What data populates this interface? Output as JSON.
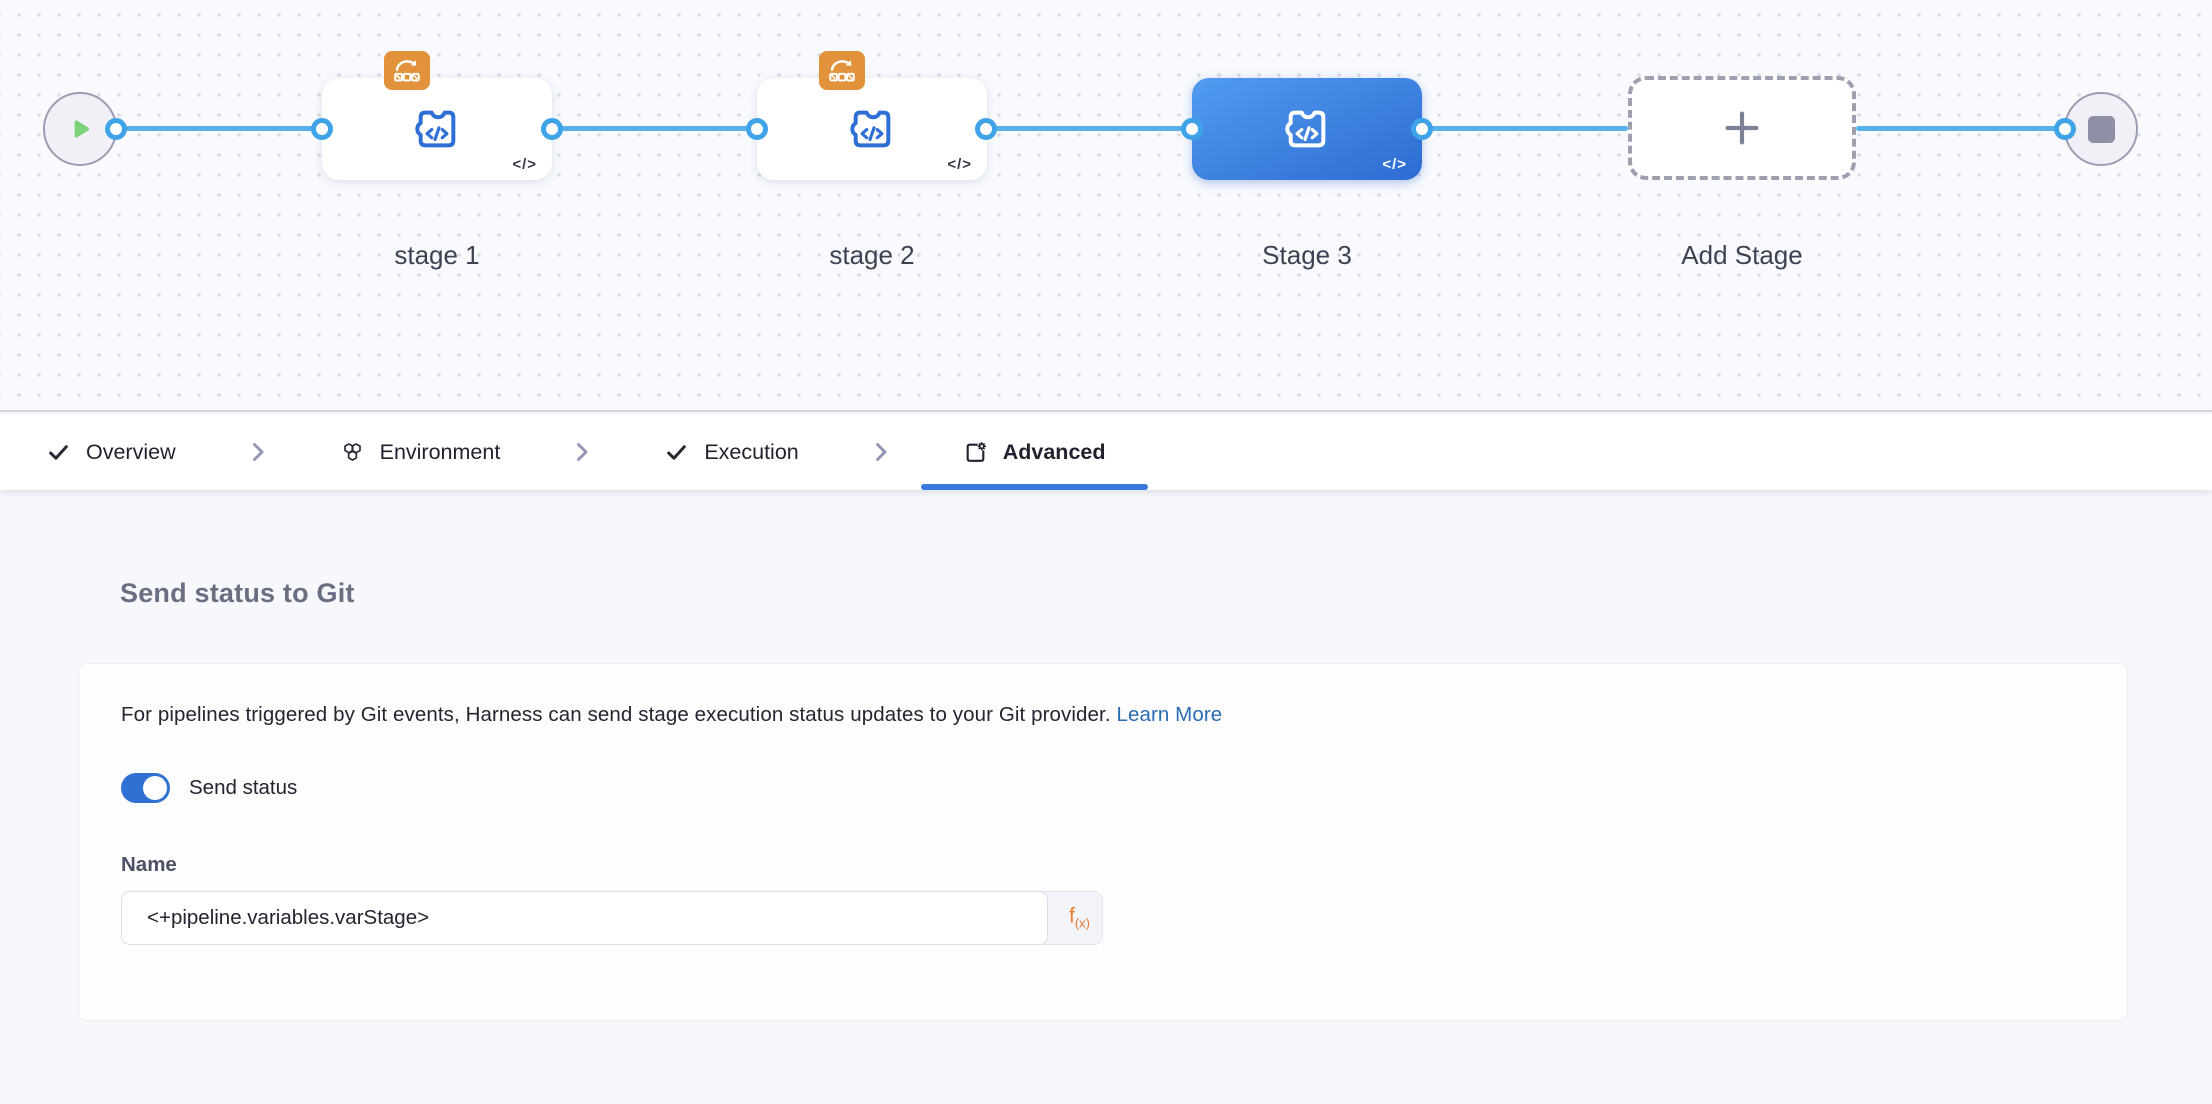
{
  "canvas": {
    "stages": [
      {
        "label": "stage 1",
        "selected": "false"
      },
      {
        "label": "stage 2",
        "selected": "false"
      },
      {
        "label": "Stage 3",
        "selected": "true"
      }
    ],
    "add_stage_label": "Add Stage",
    "code_glyph": "</>"
  },
  "tabs": {
    "items": [
      {
        "label": "Overview",
        "icon": "check-icon",
        "active": "false"
      },
      {
        "label": "Environment",
        "icon": "hexagons-icon",
        "active": "false"
      },
      {
        "label": "Execution",
        "icon": "check-icon",
        "active": "false"
      },
      {
        "label": "Advanced",
        "icon": "square-gear-icon",
        "active": "true"
      }
    ]
  },
  "panel": {
    "heading": "Send status to Git",
    "description": "For pipelines triggered by Git events, Harness can send stage execution status updates to your Git provider.",
    "link_label": "Learn More",
    "toggle_label": "Send status",
    "toggle_state": "on",
    "name_label": "Name",
    "name_value": "<+pipeline.variables.varStage>",
    "expression_f": "f",
    "expression_sub": "(x)"
  },
  "colors": {
    "edge_blue": "#57b0e8",
    "port_blue": "#3fa3e8",
    "node_icon_blue": "#2e6fd6",
    "selected_gradient_start": "#519bf0",
    "selected_gradient_end": "#2d6cd2",
    "badge_orange": "#e2923b",
    "tab_underline_blue": "#3b78de",
    "toggle_blue": "#2f70d3",
    "link_blue": "#2b6cb4",
    "expression_orange": "#ec7a30",
    "play_green": "#7bd279",
    "stop_gray": "#8e90a5"
  }
}
